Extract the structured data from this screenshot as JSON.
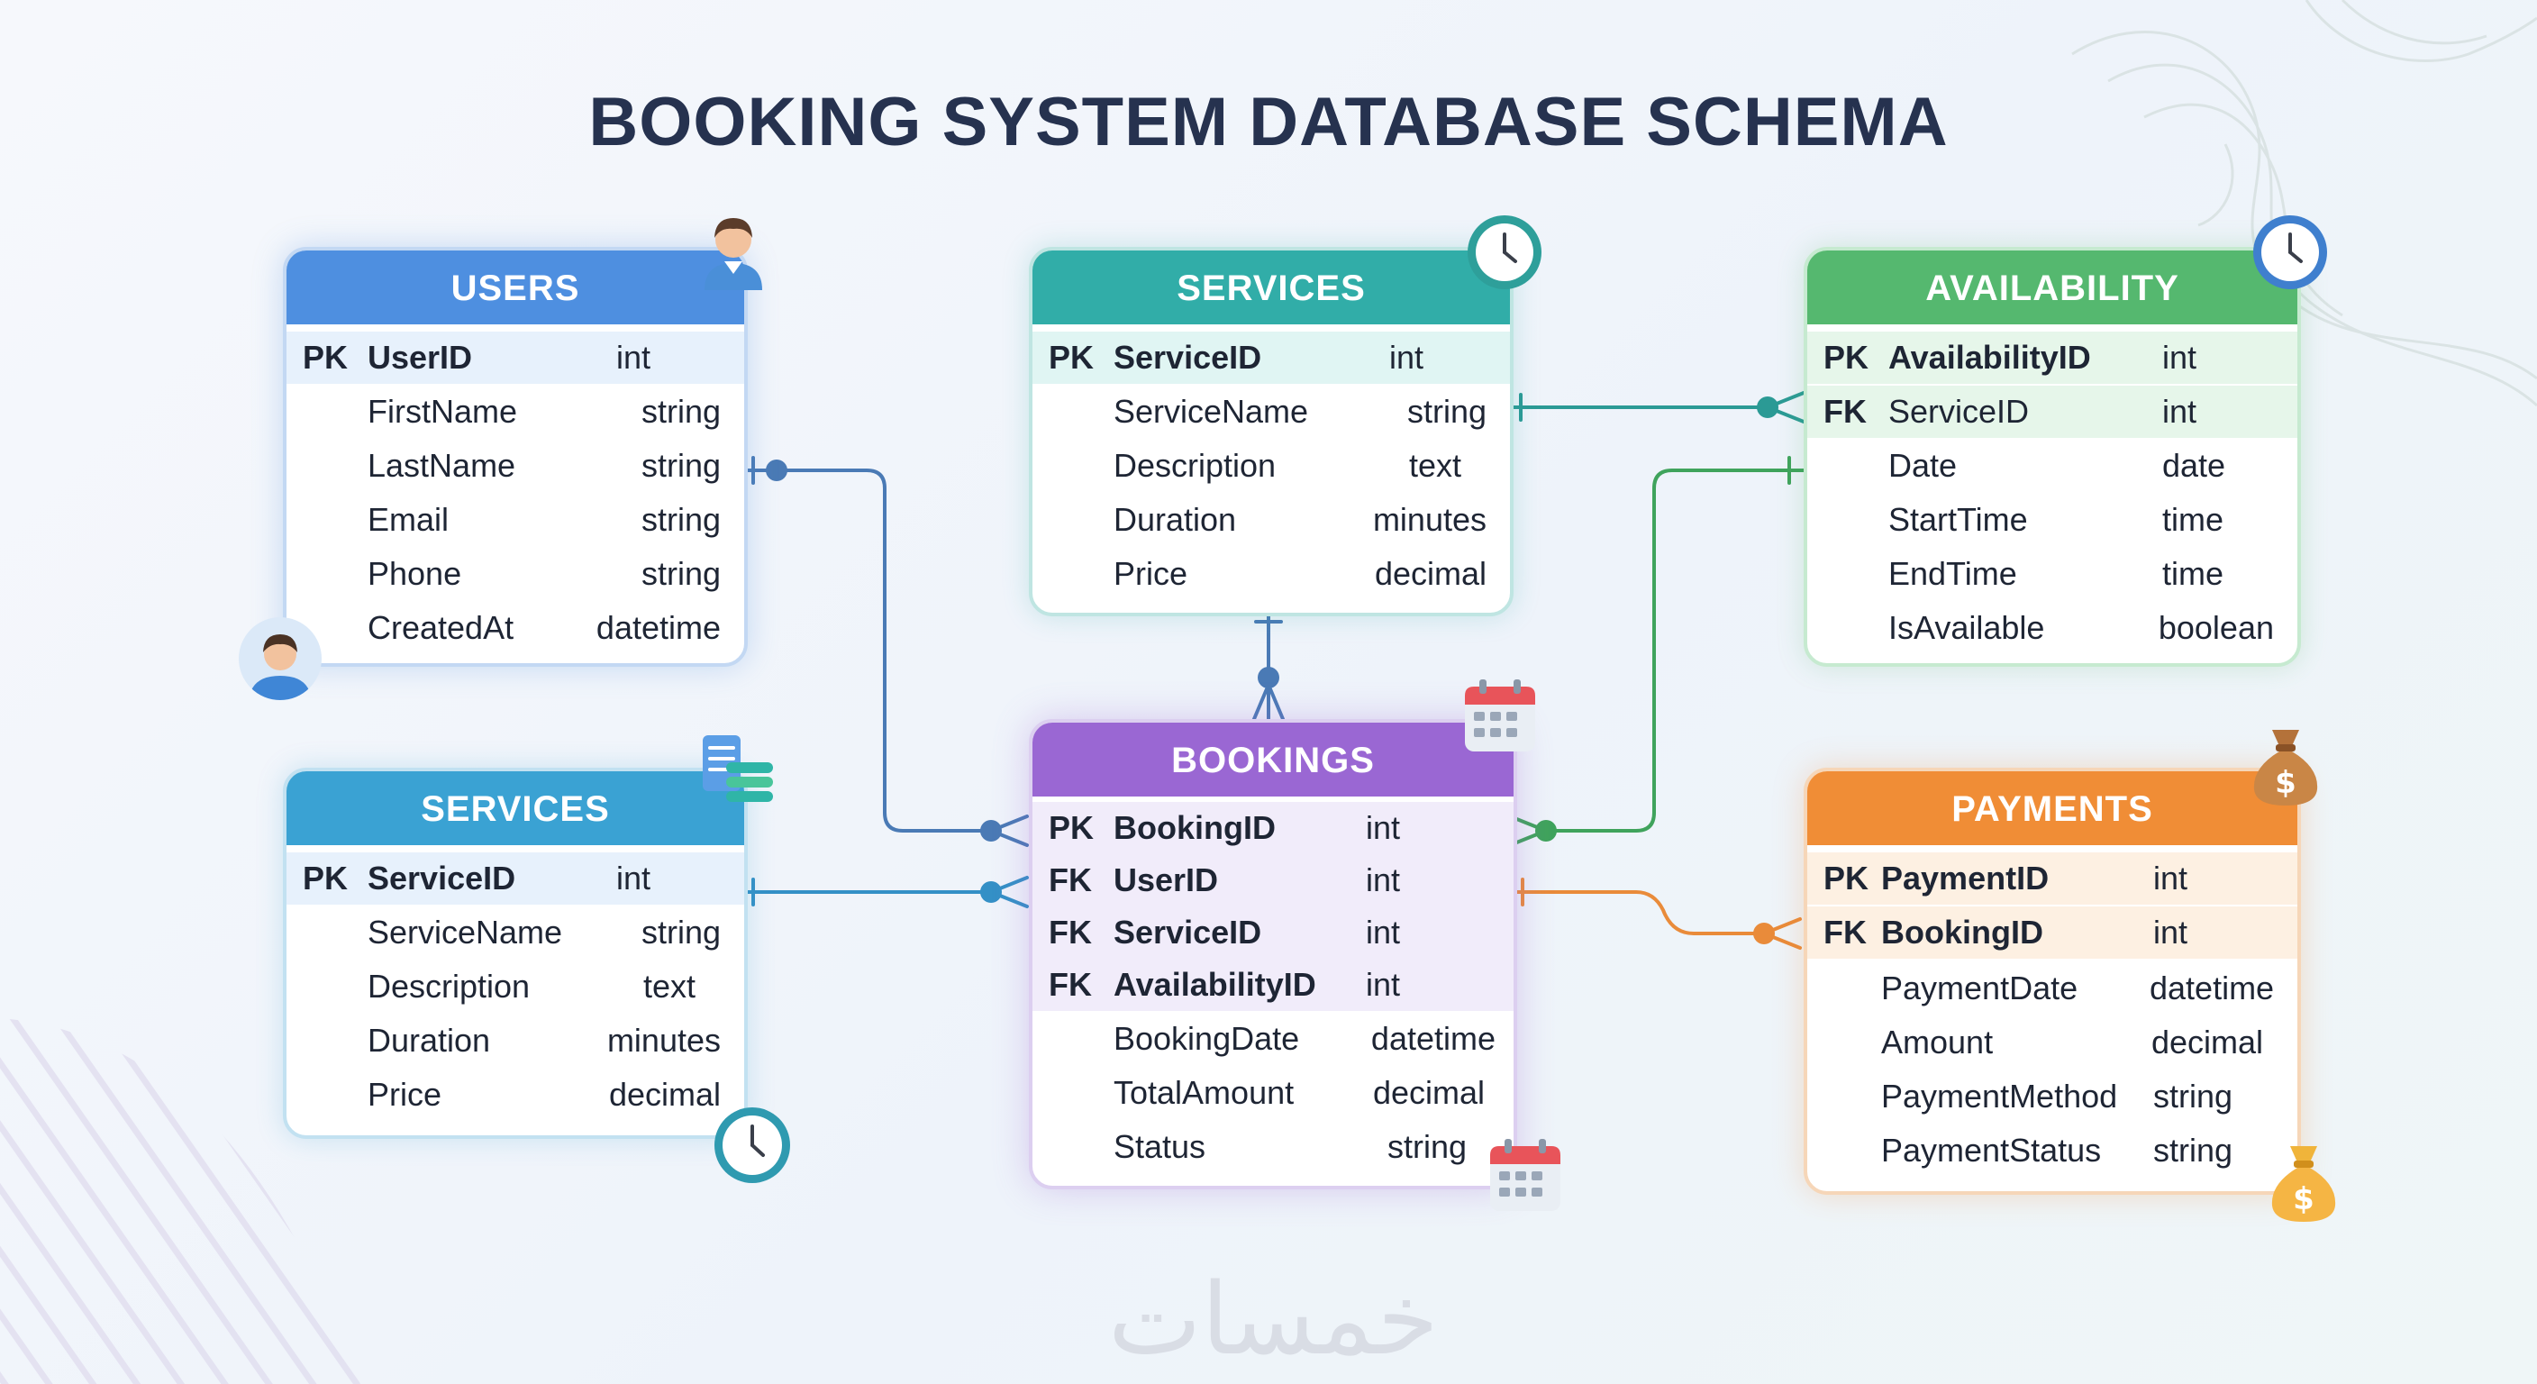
{
  "title": "BOOKING SYSTEM DATABASE SCHEMA",
  "watermark": "خمسات",
  "colors": {
    "users": "#4e8fe0",
    "services": "#31ada8",
    "availability": "#55b86f",
    "bookings": "#9a67d3",
    "services_bottom": "#3aa2d3",
    "payments": "#f08d36"
  },
  "entities": {
    "users": {
      "title": "USERS",
      "rows": [
        {
          "key": "PK",
          "name": "UserID",
          "type": "int"
        },
        {
          "key": "",
          "name": "FirstName",
          "type": "string"
        },
        {
          "key": "",
          "name": "LastName",
          "type": "string"
        },
        {
          "key": "",
          "name": "Email",
          "type": "string"
        },
        {
          "key": "",
          "name": "Phone",
          "type": "string"
        },
        {
          "key": "",
          "name": "CreatedAt",
          "type": "datetime"
        }
      ]
    },
    "services_top": {
      "title": "SERVICES",
      "rows": [
        {
          "key": "PK",
          "name": "ServiceID",
          "type": "int"
        },
        {
          "key": "",
          "name": "ServiceName",
          "type": "string"
        },
        {
          "key": "",
          "name": "Description",
          "type": "text"
        },
        {
          "key": "",
          "name": "Duration",
          "type": "minutes"
        },
        {
          "key": "",
          "name": "Price",
          "type": "decimal"
        }
      ]
    },
    "availability": {
      "title": "AVAILABILITY",
      "rows": [
        {
          "key": "PK",
          "name": "AvailabilityID",
          "type": "int"
        },
        {
          "key": "FK",
          "name": "ServiceID",
          "type": "int"
        },
        {
          "key": "",
          "name": "Date",
          "type": "date"
        },
        {
          "key": "",
          "name": "StartTime",
          "type": "time"
        },
        {
          "key": "",
          "name": "EndTime",
          "type": "time"
        },
        {
          "key": "",
          "name": "IsAvailable",
          "type": "boolean"
        }
      ]
    },
    "services_bottom": {
      "title": "SERVICES",
      "rows": [
        {
          "key": "PK",
          "name": "ServiceID",
          "type": "int"
        },
        {
          "key": "",
          "name": "ServiceName",
          "type": "string"
        },
        {
          "key": "",
          "name": "Description",
          "type": "text"
        },
        {
          "key": "",
          "name": "Duration",
          "type": "minutes"
        },
        {
          "key": "",
          "name": "Price",
          "type": "decimal"
        }
      ]
    },
    "bookings": {
      "title": "BOOKINGS",
      "rows": [
        {
          "key": "PK",
          "name": "BookingID",
          "type": "int"
        },
        {
          "key": "FK",
          "name": "UserID",
          "type": "int"
        },
        {
          "key": "FK",
          "name": "ServiceID",
          "type": "int"
        },
        {
          "key": "FK",
          "name": "AvailabilityID",
          "type": "int"
        },
        {
          "key": "",
          "name": "BookingDate",
          "type": "datetime"
        },
        {
          "key": "",
          "name": "TotalAmount",
          "type": "decimal"
        },
        {
          "key": "",
          "name": "Status",
          "type": "string"
        }
      ]
    },
    "payments": {
      "title": "PAYMENTS",
      "rows": [
        {
          "key": "PK",
          "name": "PaymentID",
          "type": "int"
        },
        {
          "key": "FK",
          "name": "BookingID",
          "type": "int"
        },
        {
          "key": "",
          "name": "PaymentDate",
          "type": "datetime"
        },
        {
          "key": "",
          "name": "Amount",
          "type": "decimal"
        },
        {
          "key": "",
          "name": "PaymentMethod",
          "type": "string"
        },
        {
          "key": "",
          "name": "PaymentStatus",
          "type": "string"
        }
      ]
    }
  },
  "icons": {
    "users": [
      "user-avatar-icon",
      "user-avatar-icon"
    ],
    "services_top": "clock-icon",
    "availability": "clock-icon",
    "bookings": [
      "calendar-icon",
      "calendar-icon"
    ],
    "services_bottom": [
      "document-icon",
      "clock-icon"
    ],
    "payments": [
      "money-bag-icon",
      "money-bag-icon"
    ]
  }
}
